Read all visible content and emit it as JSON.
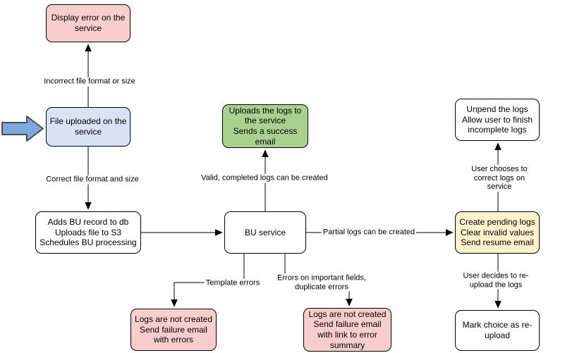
{
  "diagram": {
    "colors": {
      "node_pink": "#f8cecc",
      "node_blue": "#d9e2f3",
      "node_green": "#a9d18e",
      "node_yellow": "#fff2cc",
      "node_white": "#ffffff",
      "entry_arrow_fill": "#7ea6e0",
      "stroke": "#000000"
    },
    "icons": {
      "entry_arrow": "fat-right-arrow"
    },
    "nodes": {
      "display_error": {
        "label": "Display error on the\nservice",
        "fill": "#f8cecc"
      },
      "file_uploaded": {
        "label": "File uploaded on the\nservice",
        "fill": "#d9e2f3"
      },
      "adds_bu_record": {
        "label": "Adds BU record to db\nUploads file to S3\nSchedules BU processing",
        "fill": "#ffffff"
      },
      "uploads_logs": {
        "label": "Uploads the logs to\nthe service\nSends a success\nemail",
        "fill": "#a9d18e"
      },
      "bu_service": {
        "label": "BU service",
        "fill": "#ffffff"
      },
      "create_pending": {
        "label": "Create pending logs\nClear invalid values\nSend resume email",
        "fill": "#fff2cc"
      },
      "unpend_logs": {
        "label": "Unpend the logs\nAllow user to finish\nincomplete logs",
        "fill": "#ffffff"
      },
      "mark_choice": {
        "label": "Mark choice as re-\nupload",
        "fill": "#ffffff"
      },
      "logs_not_created_errors": {
        "label": "Logs are not created\nSend failure email\nwith errors",
        "fill": "#f8cecc"
      },
      "logs_not_created_summary": {
        "label": "Logs are not created\nSend failure email\nwith link to error\nsummary",
        "fill": "#f8cecc"
      }
    },
    "edge_labels": {
      "incorrect_format": "Incorrect file format or size",
      "correct_format": "Correct file format and size",
      "valid_completed": "Valid, completed logs can be created",
      "partial_logs": "Partial logs can be created",
      "user_corrects": "User chooses to correct logs on service",
      "user_reuploads": "User decides to re-upload the logs",
      "template_errors": "Template errors",
      "important_errors": "Errors on important fields,\nduplicate errors"
    }
  }
}
